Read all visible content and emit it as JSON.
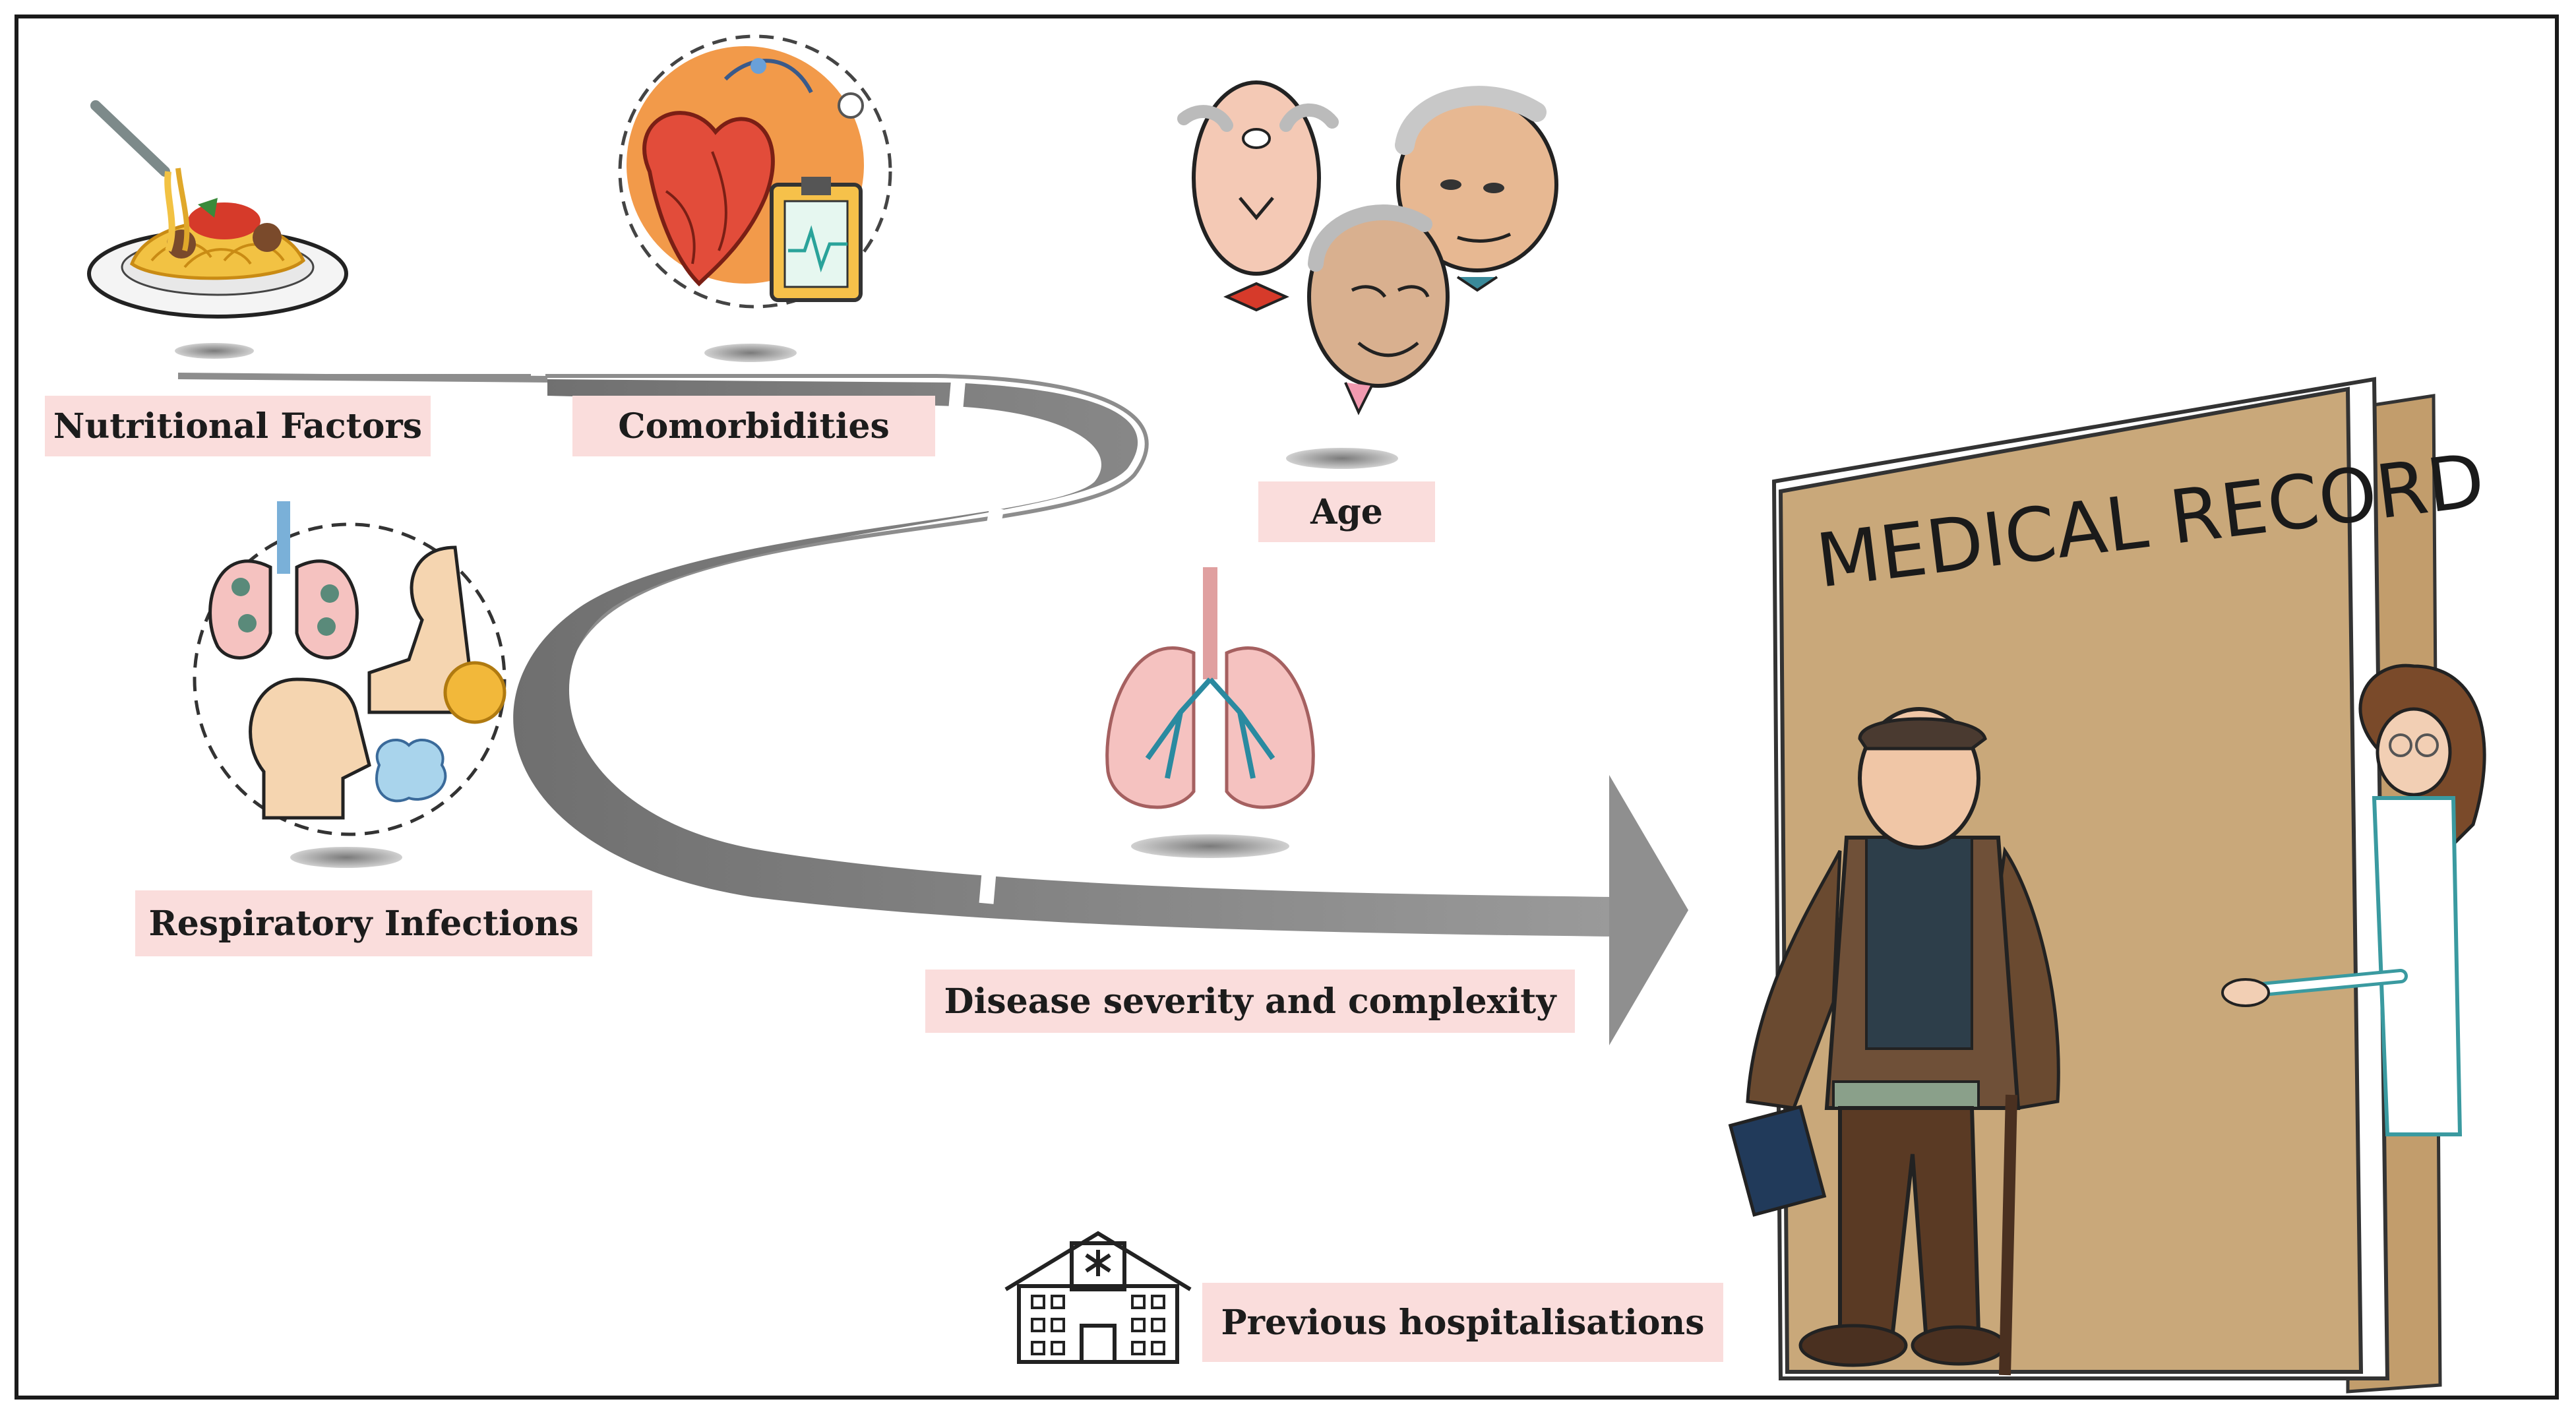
{
  "labels": {
    "nutritional": "Nutritional Factors",
    "comorbidities": "Comorbidities",
    "age": "Age",
    "respiratory": "Respiratory Infections",
    "severity": "Disease severity and complexity",
    "hospitalisations": "Previous hospitalisations"
  },
  "folder_title": "MEDICAL RECORD",
  "colors": {
    "label_bg": "#fadddc",
    "road": "#8a8a8a",
    "folder": "#c9a87a"
  },
  "icons": {
    "nutritional": "spaghetti-plate-icon",
    "comorbidities": "heart-clipboard-icon",
    "age": "elderly-faces-icon",
    "respiratory": "lungs-infection-icon",
    "severity": "lungs-icon",
    "hospitalisations": "hospital-icon"
  }
}
